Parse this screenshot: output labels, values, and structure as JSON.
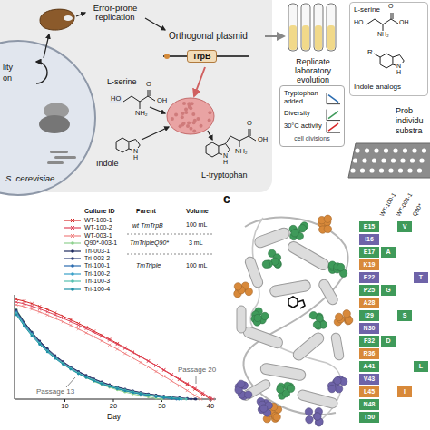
{
  "diagram": {
    "nodes": [
      {
        "text": [
          "S. cerevisiae"
        ]
      },
      {
        "text": [
          "TrpB"
        ],
        "in": 0
      },
      {
        "text": [
          "Tryptophan added",
          "Diversity",
          "30°C activity",
          "cell divisions"
        ]
      },
      {
        "text": [
          "L-serine",
          "R",
          "Indole analogs"
        ]
      }
    ],
    "labels": [
      "lity",
      "on",
      "Error-prone replication",
      "Orthogonal plasmid",
      "L-serine",
      "HO",
      "NH₂",
      "O",
      "OH",
      "Indole",
      "N H",
      "L-tryptophan",
      "NH₂",
      "O",
      "OH",
      "N H",
      "Replicate laboratory evolution",
      "HO",
      "NH₂",
      "O",
      "OH",
      "N H",
      "Prob",
      "individu",
      "substra",
      "Culture ID",
      "Parent",
      "Volume",
      "wt TmTrpB",
      "TmTripleQ90*",
      "TmTriple",
      "100 mL",
      "3 mL",
      "100 mL",
      "10",
      "20",
      "30",
      "40",
      "Day",
      "Passage 20",
      "Passage 13",
      "c",
      "WT-100-1",
      "WT-003-1",
      "Q90*",
      "E15",
      "I16",
      "E17",
      "K19",
      "E22",
      "P25",
      "A28",
      "I29",
      "N30",
      "F32",
      "R36",
      "A41",
      "V43",
      "L45",
      "N48",
      "T50",
      "V",
      "A",
      "T",
      "G",
      "S",
      "D",
      "L",
      "I"
    ],
    "legend": [
      {
        "text": "WT-100-1"
      },
      {
        "text": "WT-100-2"
      },
      {
        "text": "WT-003-1"
      },
      {
        "text": "Q90*-003-1"
      },
      {
        "text": "Tri-003-1"
      },
      {
        "text": "Tri-003-2"
      },
      {
        "text": "Tri-100-1"
      },
      {
        "text": "Tri-100-2"
      },
      {
        "text": "Tri-100-3"
      },
      {
        "text": "Tri-100-4"
      }
    ]
  }
}
